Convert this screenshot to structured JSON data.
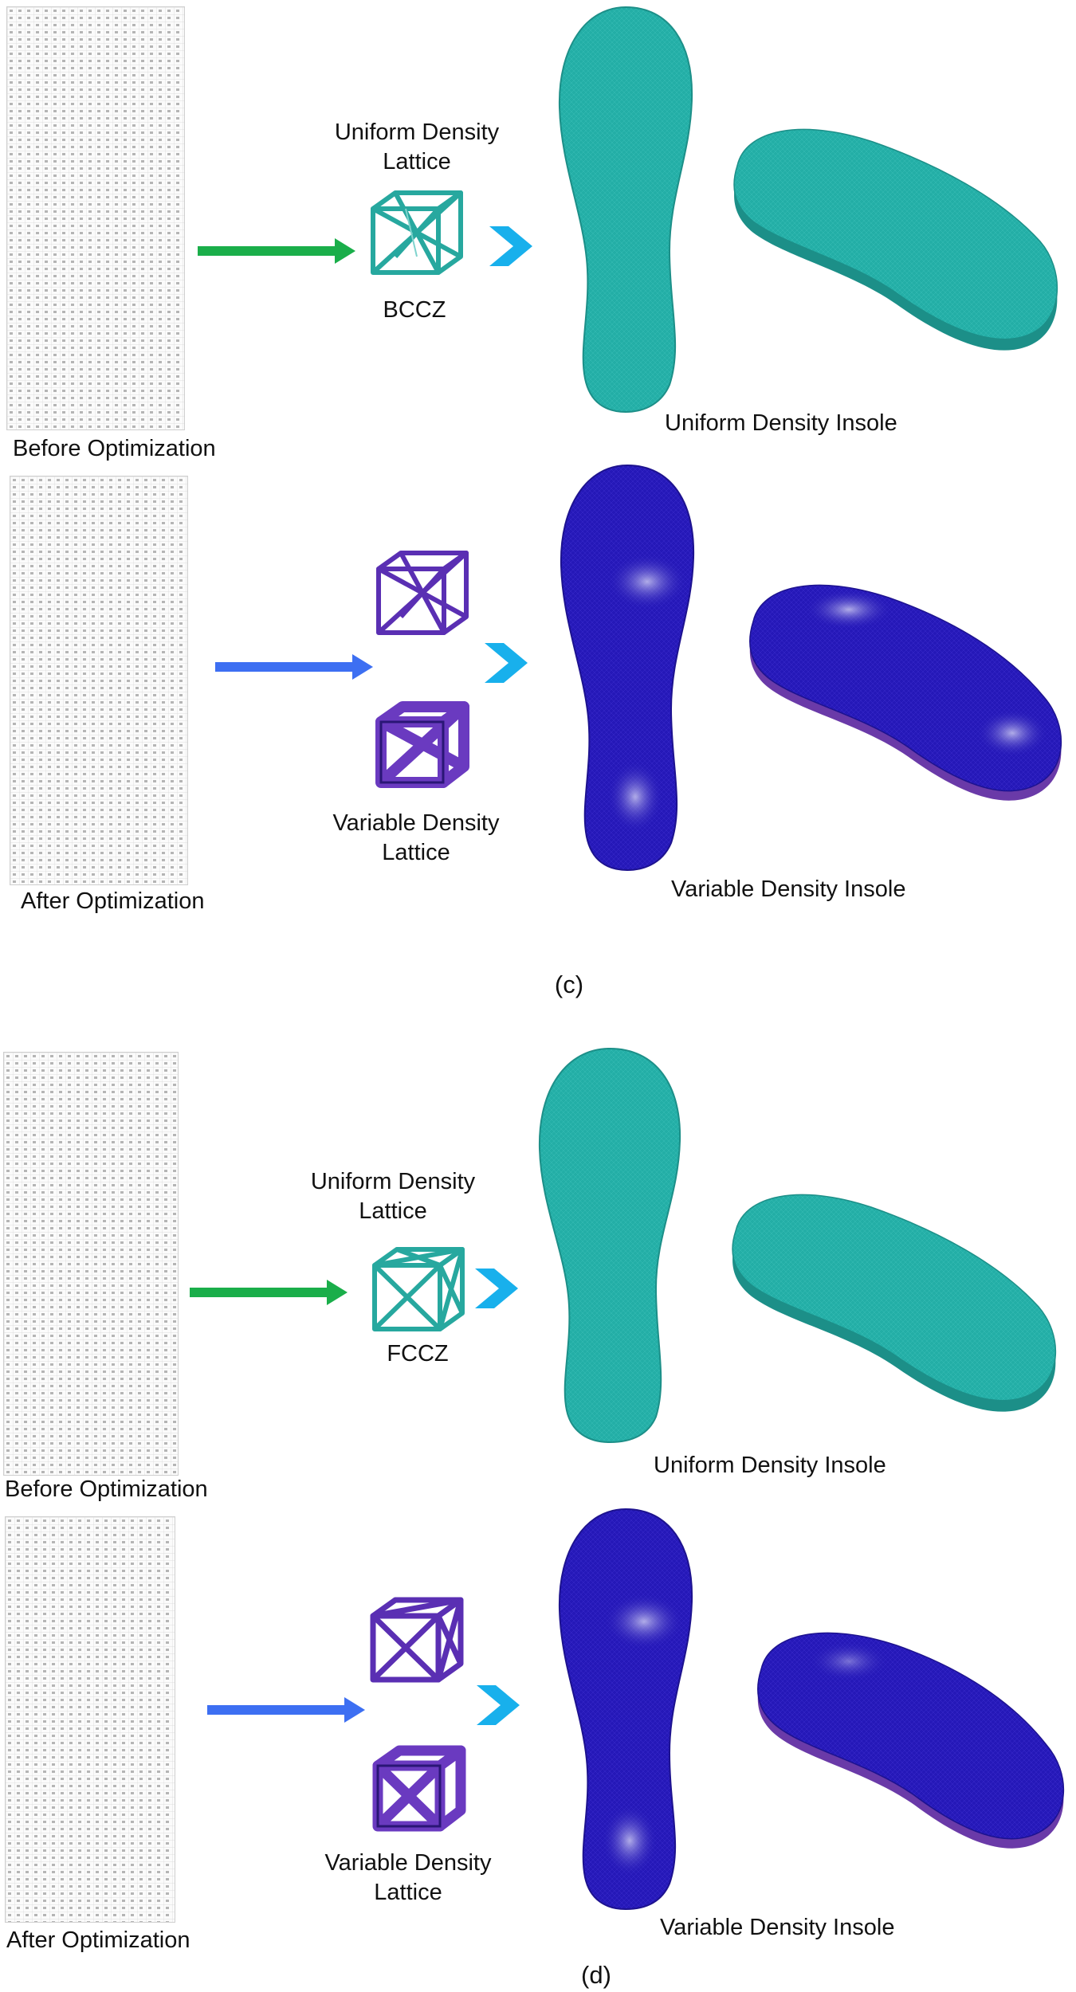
{
  "colors": {
    "uniform_arrow": "#1aae4a",
    "variable_arrow": "#3d6ff2",
    "chevron": "#18b0ec",
    "uniform_insole": "#23aea6",
    "uniform_insole_edge": "#1c8f88",
    "variable_insole": "#2518b8",
    "variable_insole_edge": "#6a3aa8",
    "uniform_lattice": "#27a89f",
    "variable_lattice": "#5a2fb3"
  },
  "panels": [
    {
      "id": "c",
      "uniform": {
        "matrix_label": "Before Optimization",
        "lattice_title": "Uniform Density Lattice",
        "lattice_name": "BCCZ",
        "insole_label": "Uniform Density Insole"
      },
      "variable": {
        "matrix_label": "After Optimization",
        "lattice_title": "Variable Density Lattice",
        "insole_label": "Variable Density Insole"
      },
      "caption": "(c)"
    },
    {
      "id": "d",
      "uniform": {
        "matrix_label": "Before Optimization",
        "lattice_title": "Uniform Density Lattice",
        "lattice_name": "FCCZ",
        "insole_label": "Uniform Density Insole"
      },
      "variable": {
        "matrix_label": "After Optimization",
        "lattice_title": "Variable Density Lattice",
        "insole_label": "Variable Density Insole"
      },
      "caption": "(d)"
    }
  ]
}
